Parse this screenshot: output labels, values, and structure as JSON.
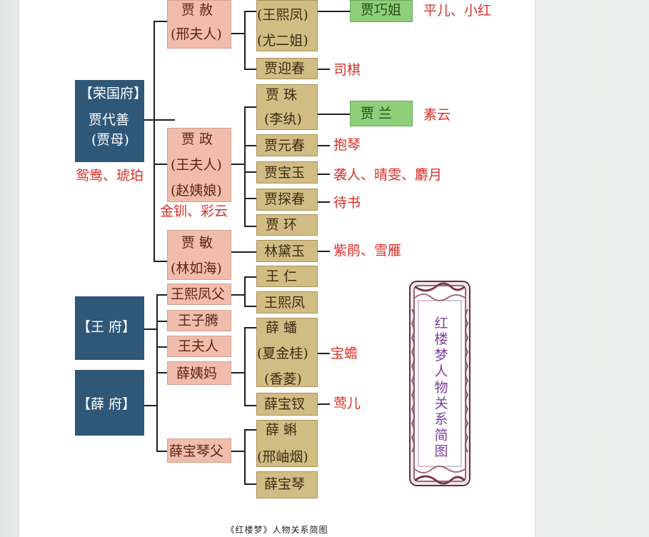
{
  "caption": "《红楼梦》人物关系简图",
  "title": "红楼梦人物关系简图",
  "colors": {
    "house": "#2e5778",
    "parent": "#f0bcac",
    "child": "#d1bd84",
    "grandchild": "#8fcf7a",
    "servant_text": "#d8302a",
    "title_text": "#7a3f9e"
  },
  "houses": {
    "rongguo": [
      "【荣国府】",
      "贾代善",
      "(贾母)"
    ],
    "wang": [
      "【王 府】"
    ],
    "xue": [
      "【薛 府】"
    ]
  },
  "parents": {
    "jia_she": [
      "贾 赦",
      "(邢夫人)"
    ],
    "jia_zheng": [
      "贾 政",
      "(王夫人)",
      "(赵姨娘)"
    ],
    "jia_min": [
      "贾 敏",
      "(林如海)"
    ],
    "wang_xifeng_father": [
      "王熙凤父"
    ],
    "wang_ziteng": [
      "王子腾"
    ],
    "wang_furen": [
      "王夫人"
    ],
    "xue_yima": [
      "薛姨妈"
    ],
    "xue_baoqin_father": [
      "薛宝琴父"
    ]
  },
  "children": {
    "wang_xifeng_a": [
      "(王熙凤)",
      "(尤二姐)"
    ],
    "jia_yingchun": [
      "贾迎春"
    ],
    "jia_zhu": [
      "贾 珠",
      "(李纨)"
    ],
    "jia_yuanchun": [
      "贾元春"
    ],
    "jia_baoyu": [
      "贾宝玉"
    ],
    "jia_tanchun": [
      "贾探春"
    ],
    "jia_huan": [
      "贾 环"
    ],
    "lin_daiyu": [
      "林黛玉"
    ],
    "wang_ren": [
      "王 仁"
    ],
    "wang_xifeng_b": [
      "王熙凤"
    ],
    "xue_pan": [
      "薛 蟠",
      "(夏金桂)",
      "(香菱)"
    ],
    "xue_baochai": [
      "薛宝钗"
    ],
    "xue_ke": [
      "薛 蝌",
      "(邢岫烟)"
    ],
    "xue_baoqin": [
      "薛宝琴"
    ]
  },
  "grandchildren": {
    "jia_qiaojie": [
      "贾巧姐"
    ],
    "jia_lan": [
      "贾 兰"
    ]
  },
  "servants": {
    "qiaojie": "平儿、小红",
    "yingchun": "司棋",
    "lan": "素云",
    "yuanchun": "抱琴",
    "baoyu": "袭人、晴雯、麝月",
    "tanchun": "待书",
    "daiyu": "紫鹃、雪雁",
    "xuepan": "宝蟾",
    "baochai": "莺儿",
    "jiamu": "鸳鸯、琥珀",
    "zhaoyiniang": "金钏、彩云"
  }
}
